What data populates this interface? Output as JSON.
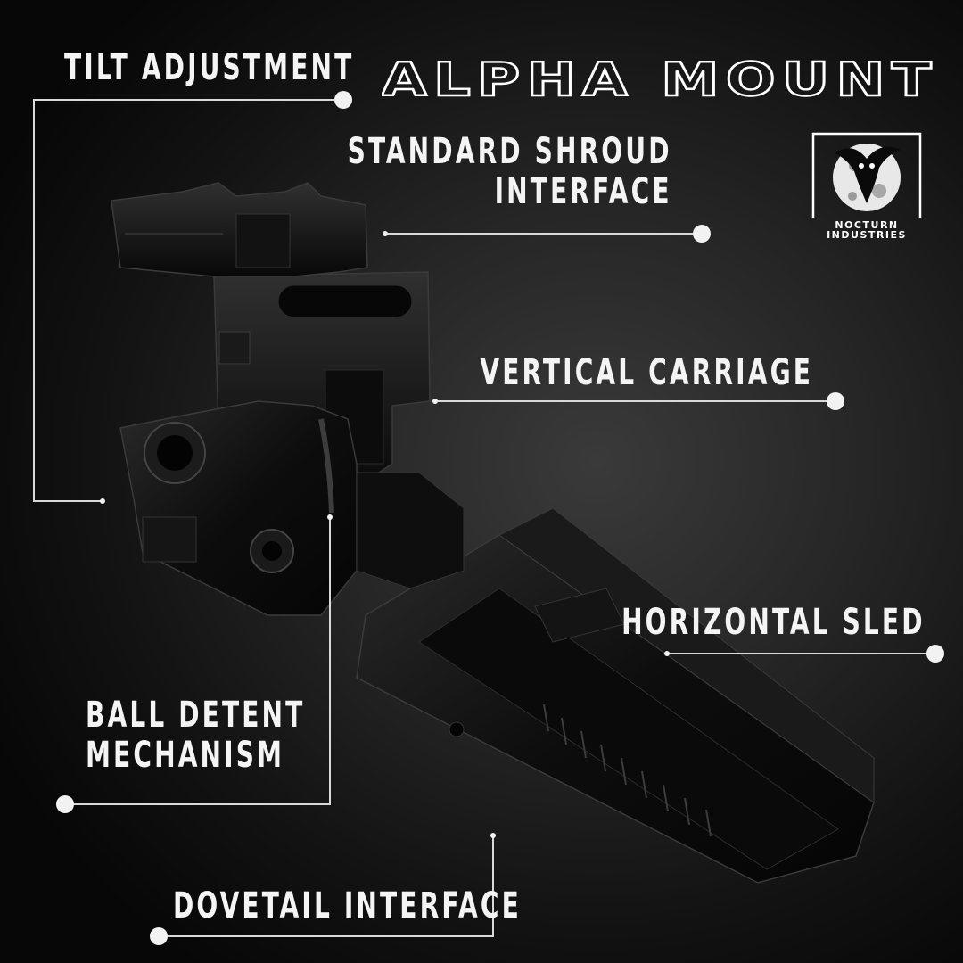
{
  "title": "ALPHA MOUNT",
  "brand": {
    "line1": "NOCTURN",
    "line2": "INDUSTRIES",
    "icon": "owl-moon-logo-icon"
  },
  "callouts": {
    "tilt_adjustment": "TILT ADJUSTMENT",
    "standard_shroud_line1": "STANDARD SHROUD",
    "standard_shroud_line2": "INTERFACE",
    "vertical_carriage": "VERTICAL CARRIAGE",
    "horizontal_sled": "HORIZONTAL SLED",
    "ball_detent_line1": "BALL DETENT",
    "ball_detent_line2": "MECHANISM",
    "dovetail_interface": "DOVETAIL INTERFACE"
  },
  "colors": {
    "background": "#1e1e1e",
    "text": "#f4f4f4",
    "leader_line": "#d9d9d9",
    "product": "#0b0b0b"
  }
}
